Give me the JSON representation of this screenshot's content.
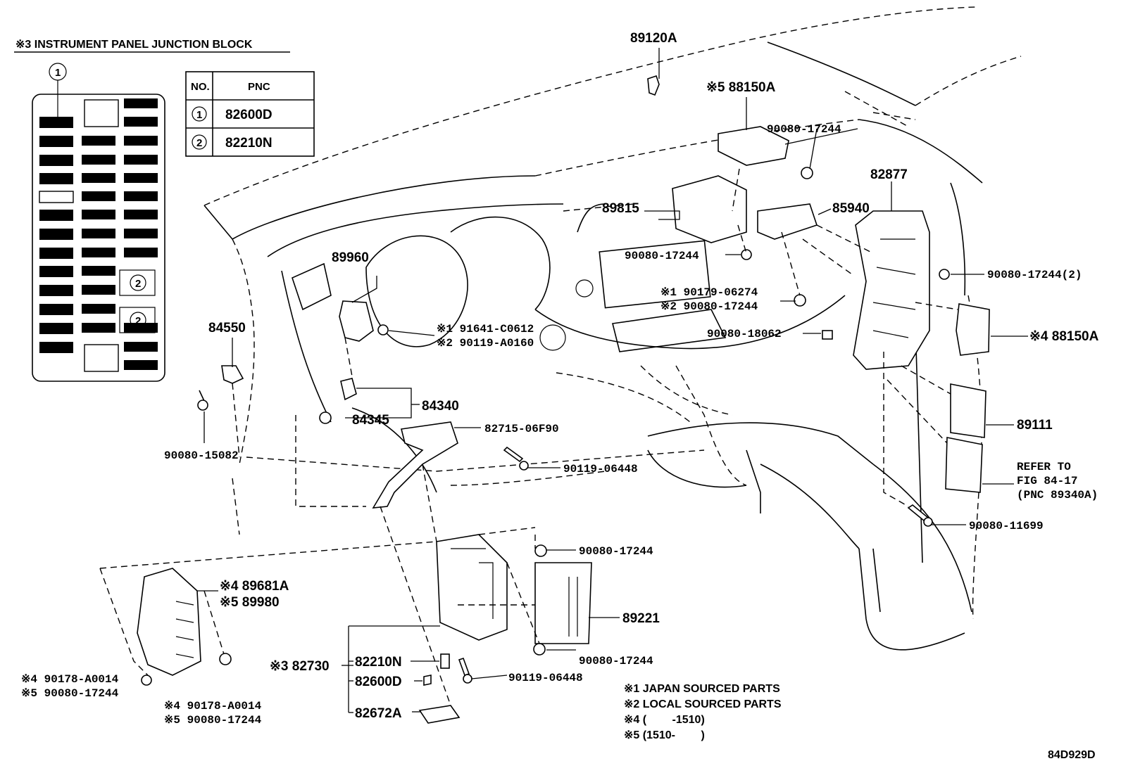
{
  "junction_block": {
    "title": "※3 INSTRUMENT PANEL JUNCTION BLOCK",
    "marker_1": "1",
    "marker_2a": "2",
    "marker_2b": "2"
  },
  "pnc_table": {
    "header_no": "NO.",
    "header_pnc": "PNC",
    "rows": [
      {
        "no": "1",
        "pnc": "82600D"
      },
      {
        "no": "2",
        "pnc": "82210N"
      }
    ]
  },
  "parts": {
    "p89120A": "89120A",
    "p88150A_5": "※5 88150A",
    "p90080_17244_top": "90080-17244",
    "p82877": "82877",
    "p85940": "85940",
    "p89815": "89815",
    "p90080_17244_mid": "90080-17244",
    "p90179_06274": "※1 90179-06274",
    "p90080_17244_mid2": "※2 90080-17244",
    "p90080_17244_2": "90080-17244(2)",
    "p88150A_4": "※4 88150A",
    "p90080_18062": "90080-18062",
    "p89111": "89111",
    "refer_to_1": "REFER TO",
    "refer_to_2": "FIG 84-17",
    "refer_to_3": "(PNC 89340A)",
    "p90080_11699": "90080-11699",
    "p89960": "89960",
    "p91641": "※1 91641-C0612",
    "p90119_A0160": "※2 90119-A0160",
    "p84550": "84550",
    "p84340": "84340",
    "p84345": "84345",
    "p90080_15082": "90080-15082",
    "p82715": "82715-06F90",
    "p90119_06448_a": "90119-06448",
    "p90080_17244_b": "90080-17244",
    "p89221": "89221",
    "p90080_17244_c": "90080-17244",
    "p90119_06448_b": "90119-06448",
    "p89681A": "※4 89681A",
    "p89980": "※5 89980",
    "p90178_left": "※4 90178-A0014",
    "p90080_left": "※5 90080-17244",
    "p90178_right": "※4 90178-A0014",
    "p90080_right": "※5 90080-17244",
    "p82730": "※3 82730",
    "p82210N": "82210N",
    "p82600D": "82600D",
    "p82672A": "82672A"
  },
  "notes": [
    "※1 JAPAN SOURCED PARTS",
    "※2 LOCAL SOURCED PARTS",
    "※4 (　　 -1510)",
    "※5 (1510-　　 )"
  ],
  "diagram_id": "84D929D"
}
